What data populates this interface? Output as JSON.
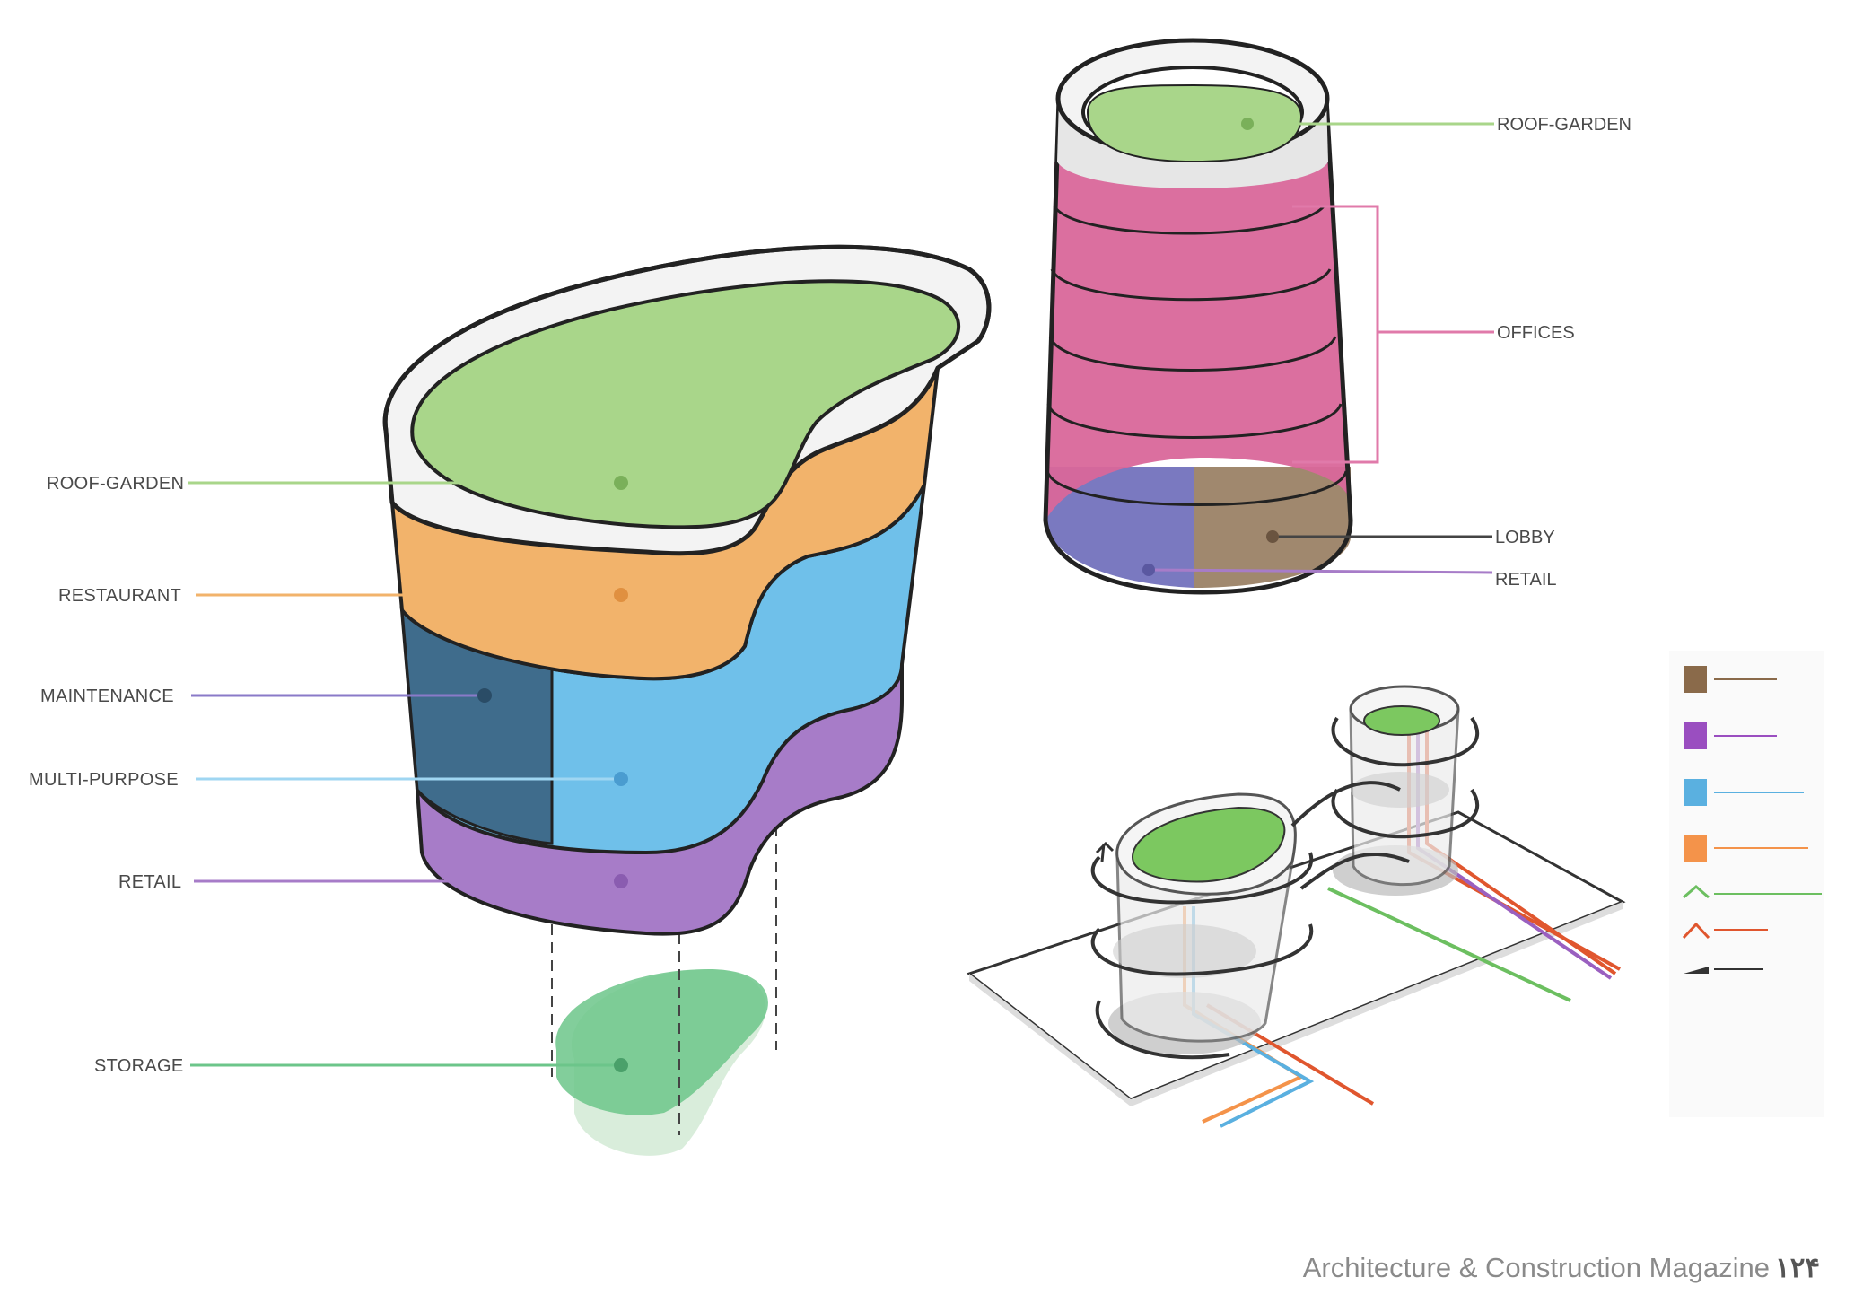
{
  "podium": {
    "labels": {
      "roof_garden": "ROOF-GARDEN",
      "restaurant": "RESTAURANT",
      "maintenance": "MAINTENANCE",
      "multi_purpose": "MULTI-PURPOSE",
      "retail": "RETAIL",
      "storage": "STORAGE"
    }
  },
  "tower": {
    "labels": {
      "roof_garden": "ROOF-GARDEN",
      "offices": "OFFICES",
      "lobby": "LOBBY",
      "retail": "RETAIL"
    }
  },
  "colors": {
    "roof_garden": "#a9d68a",
    "restaurant": "#f2b36b",
    "maintenance": "#3f6c8c",
    "multi_purpose": "#6fc0ea",
    "retail": "#a77cc8",
    "storage": "#6cc58a",
    "offices": "#d9679a",
    "lobby": "#a0886e",
    "tower_retail": "#7a79c0",
    "orange_line": "#f4934a",
    "blue_line": "#5ab0e0",
    "red_line": "#e0562e",
    "purple_line": "#9a60c0",
    "green_line": "#6cbf60"
  },
  "legend": {
    "items": [
      {
        "icon": "staff-elevator-icon",
        "color": "#8a6a4a"
      },
      {
        "icon": "visitor-elevator-icon",
        "color": "#9a4ec0"
      },
      {
        "icon": "elevator-icon",
        "color": "#5ab0e0"
      },
      {
        "icon": "service-elevator-icon",
        "color": "#f4934a"
      },
      {
        "icon": "stair-icon",
        "color": "#6cbf60"
      },
      {
        "icon": "emergency-stair-icon",
        "color": "#e0562e"
      },
      {
        "icon": "ramp-icon",
        "color": "#333333"
      }
    ]
  },
  "footer": {
    "magazine": "Architecture & Construction Magazine",
    "page": "۱۲۴"
  }
}
